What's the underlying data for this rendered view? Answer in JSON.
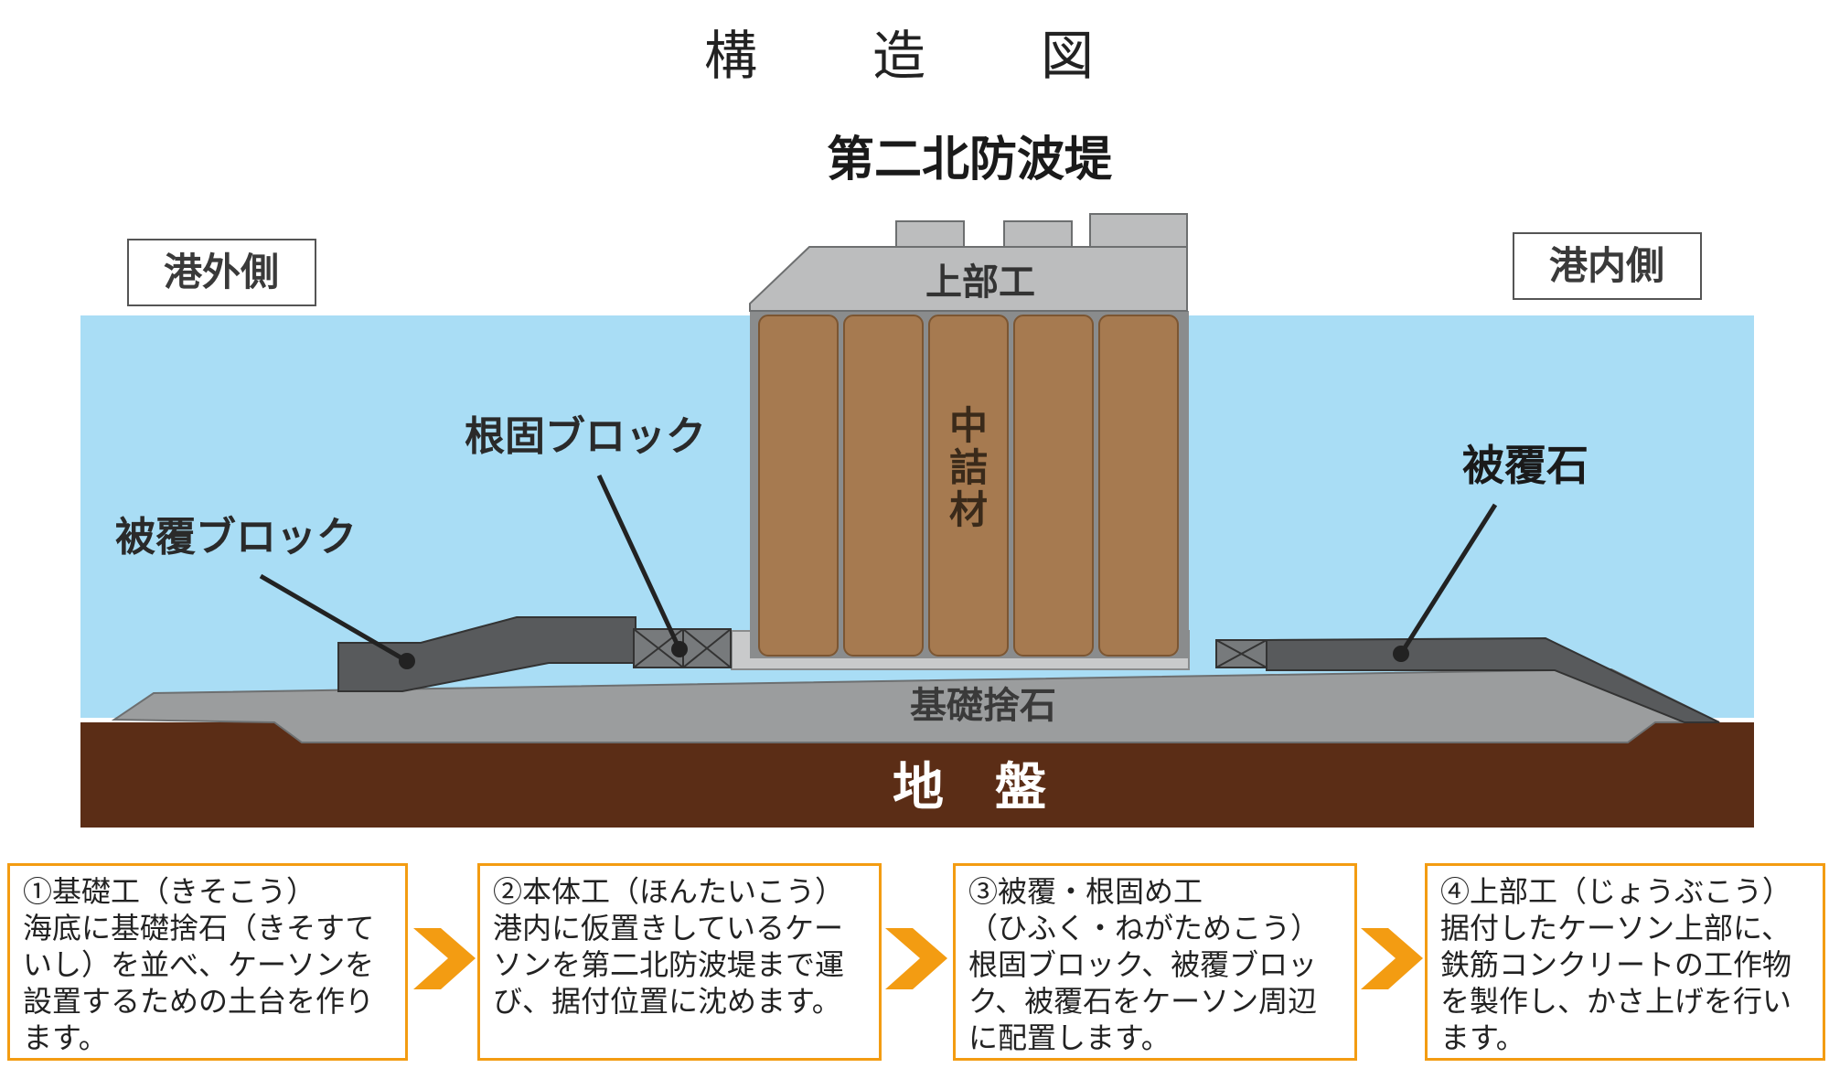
{
  "title": "構　造　図",
  "diagram": {
    "heading": "第二北防波堤",
    "side_left": "港外側",
    "side_right": "港内側",
    "labels": {
      "superstructure": "上部工",
      "filling": [
        "中",
        "詰",
        "材"
      ],
      "root_block": "根固ブロック",
      "armor_block": "被覆ブロック",
      "armor_stone": "被覆石",
      "foundation": "基礎捨石",
      "ground": "地　盤"
    },
    "colors": {
      "water": "#a9ddf5",
      "ground": "#5b2d16",
      "foundation": "#9b9d9e",
      "caisson": "#a67a50",
      "cap": "#bcbdbe",
      "block": "#585a5c",
      "accent": "#f39c12"
    }
  },
  "steps": [
    {
      "lines": [
        "①基礎工（きそこう）",
        "海底に基礎捨石（きそすて",
        "いし）を並べ、ケーソンを",
        "設置するための土台を作り",
        "ます。"
      ]
    },
    {
      "lines": [
        "②本体工（ほんたいこう）",
        "港内に仮置きしているケー",
        "ソンを第二北防波堤まで運",
        "び、据付位置に沈めます。"
      ]
    },
    {
      "lines": [
        "③被覆・根固め工",
        "（ひふく・ねがためこう）",
        "根固ブロック、被覆ブロッ",
        "ク、被覆石をケーソン周辺",
        "に配置します。"
      ]
    },
    {
      "lines": [
        "④上部工（じょうぶこう）",
        "据付したケーソン上部に、",
        "鉄筋コンクリートの工作物",
        "を製作し、かさ上げを行い",
        "ます。"
      ]
    }
  ]
}
